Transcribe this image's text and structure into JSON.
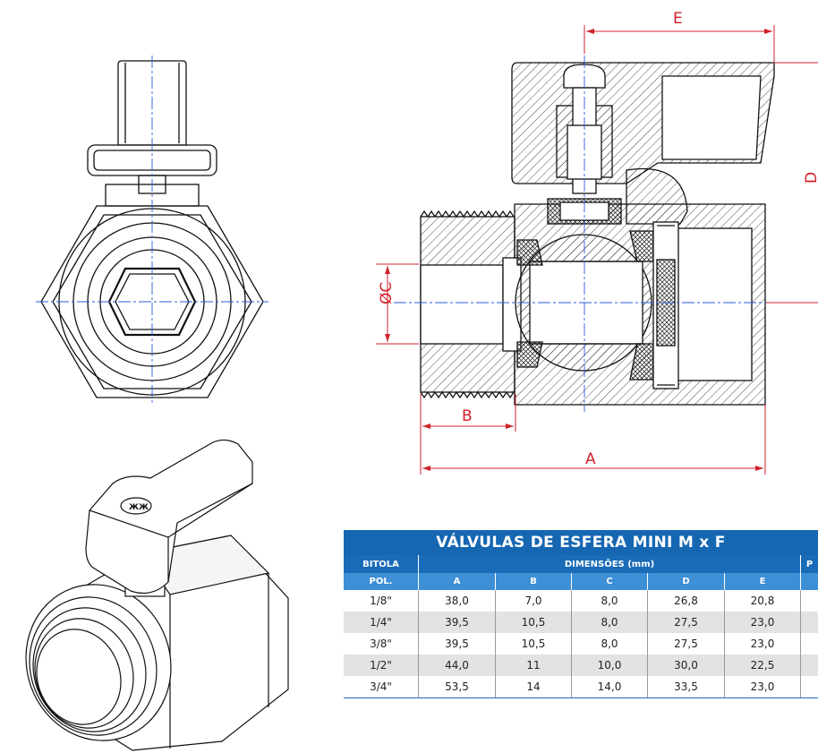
{
  "dimension_labels": {
    "a": "A",
    "b": "B",
    "c": "ØC",
    "d": "D",
    "e": "E"
  },
  "table": {
    "title": "VÁLVULAS DE ESFERA MINI M x F",
    "group_header_left": "BITOLA",
    "group_header_dims": "DIMENSÕES (mm)",
    "group_header_right": "P",
    "columns": [
      "POL.",
      "A",
      "B",
      "C",
      "D",
      "E"
    ],
    "rows": [
      [
        "1/8\"",
        "38,0",
        "7,0",
        "8,0",
        "26,8",
        "20,8"
      ],
      [
        "1/4\"",
        "39,5",
        "10,5",
        "8,0",
        "27,5",
        "23,0"
      ],
      [
        "3/8\"",
        "39,5",
        "10,5",
        "8,0",
        "27,5",
        "23,0"
      ],
      [
        "1/2\"",
        "44,0",
        "11",
        "10,0",
        "30,0",
        "22,5"
      ],
      [
        "3/4\"",
        "53,5",
        "14",
        "14,0",
        "33,5",
        "23,0"
      ]
    ]
  },
  "colors": {
    "accent": "#1667b2",
    "dimension": "#d0202a",
    "centerline": "#2a5bd7",
    "line": "#111111"
  }
}
